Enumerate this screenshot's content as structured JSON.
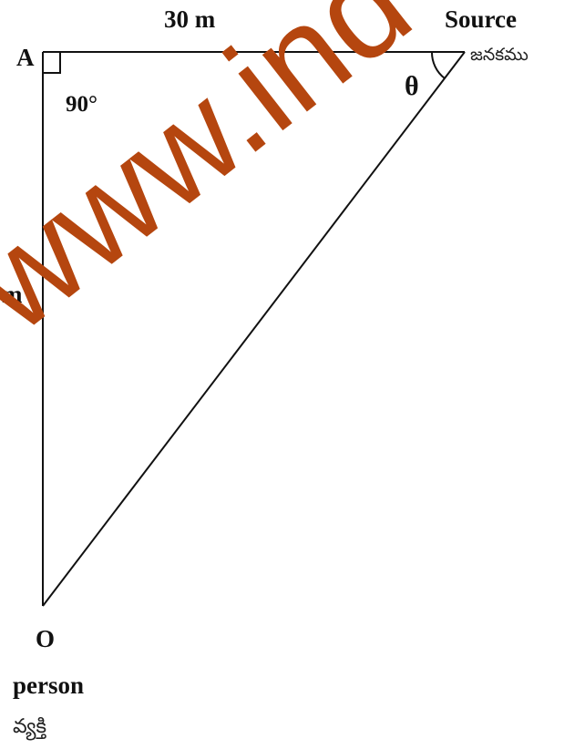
{
  "diagram": {
    "labels": {
      "top_side": "30 m",
      "source": "Source",
      "source_telugu": "జనకము",
      "vertex_a": "A",
      "right_angle": "90°",
      "angle": "θ",
      "left_side_fragment": "m",
      "vertex_o": "O",
      "person": "person",
      "person_telugu": "వ్యక్తి"
    },
    "watermark": "www.ind",
    "colors": {
      "line": "#111111",
      "watermark": "#b5460f"
    }
  }
}
